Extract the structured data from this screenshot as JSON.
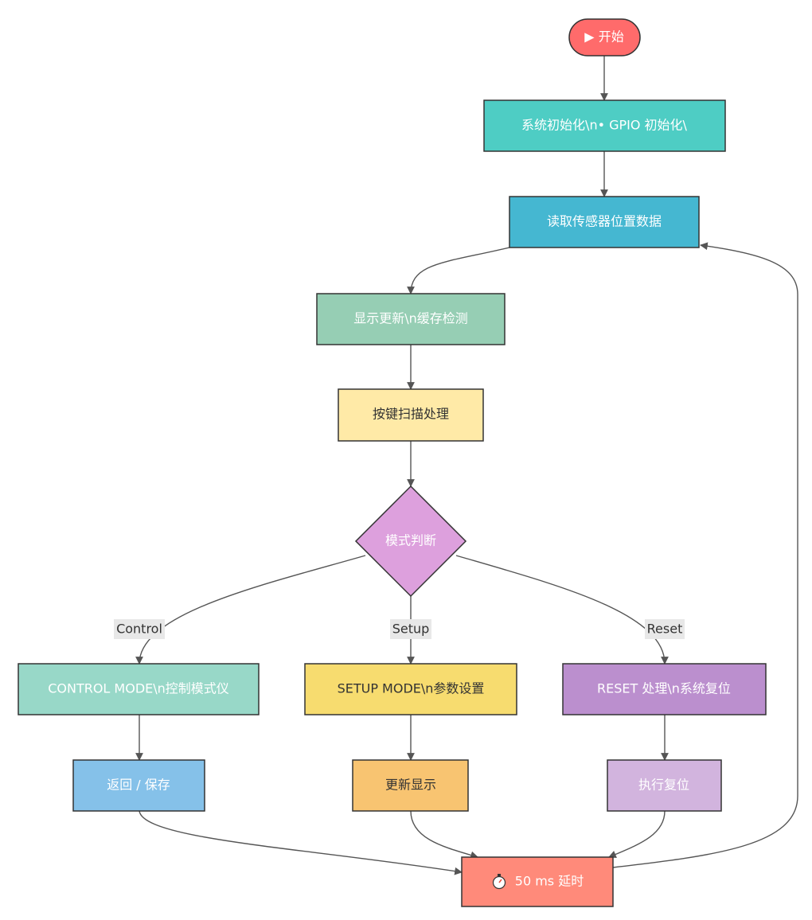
{
  "nodes": {
    "start": {
      "label": "▶ 开始"
    },
    "init": {
      "label": "系统初始化\\n• GPIO 初始化\\"
    },
    "read": {
      "label": "读取传感器位置数据"
    },
    "display": {
      "label": "显示更新\\n缓存检测"
    },
    "key": {
      "label": "按键扫描处理"
    },
    "mode": {
      "label": "模式判断"
    },
    "control": {
      "label": "CONTROL MODE\\n控制模式仪"
    },
    "setup": {
      "label": "SETUP MODE\\n参数设置"
    },
    "reset": {
      "label": "RESET 处理\\n系统复位"
    },
    "ret": {
      "label": "返回 / 保存"
    },
    "upd": {
      "label": "更新显示"
    },
    "exec": {
      "label": "执行复位"
    },
    "delay": {
      "label": "50 ms 延时"
    }
  },
  "edge_labels": {
    "control": "Control",
    "setup": "Setup",
    "reset": "Reset"
  },
  "colors": {
    "start": "#ff6b6b",
    "init": "#4ecdc4",
    "read": "#45b7d1",
    "display": "#96ceb4",
    "key": "#ffeaa7",
    "mode": "#dda0dd",
    "control": "#98d8c8",
    "setup": "#f7dc6f",
    "reset": "#bb8fce",
    "ret": "#85c1e9",
    "upd": "#f8c471",
    "exec": "#d2b4de",
    "delay": "#ff8a7a"
  },
  "icons": {
    "delay": "stopwatch-icon"
  }
}
